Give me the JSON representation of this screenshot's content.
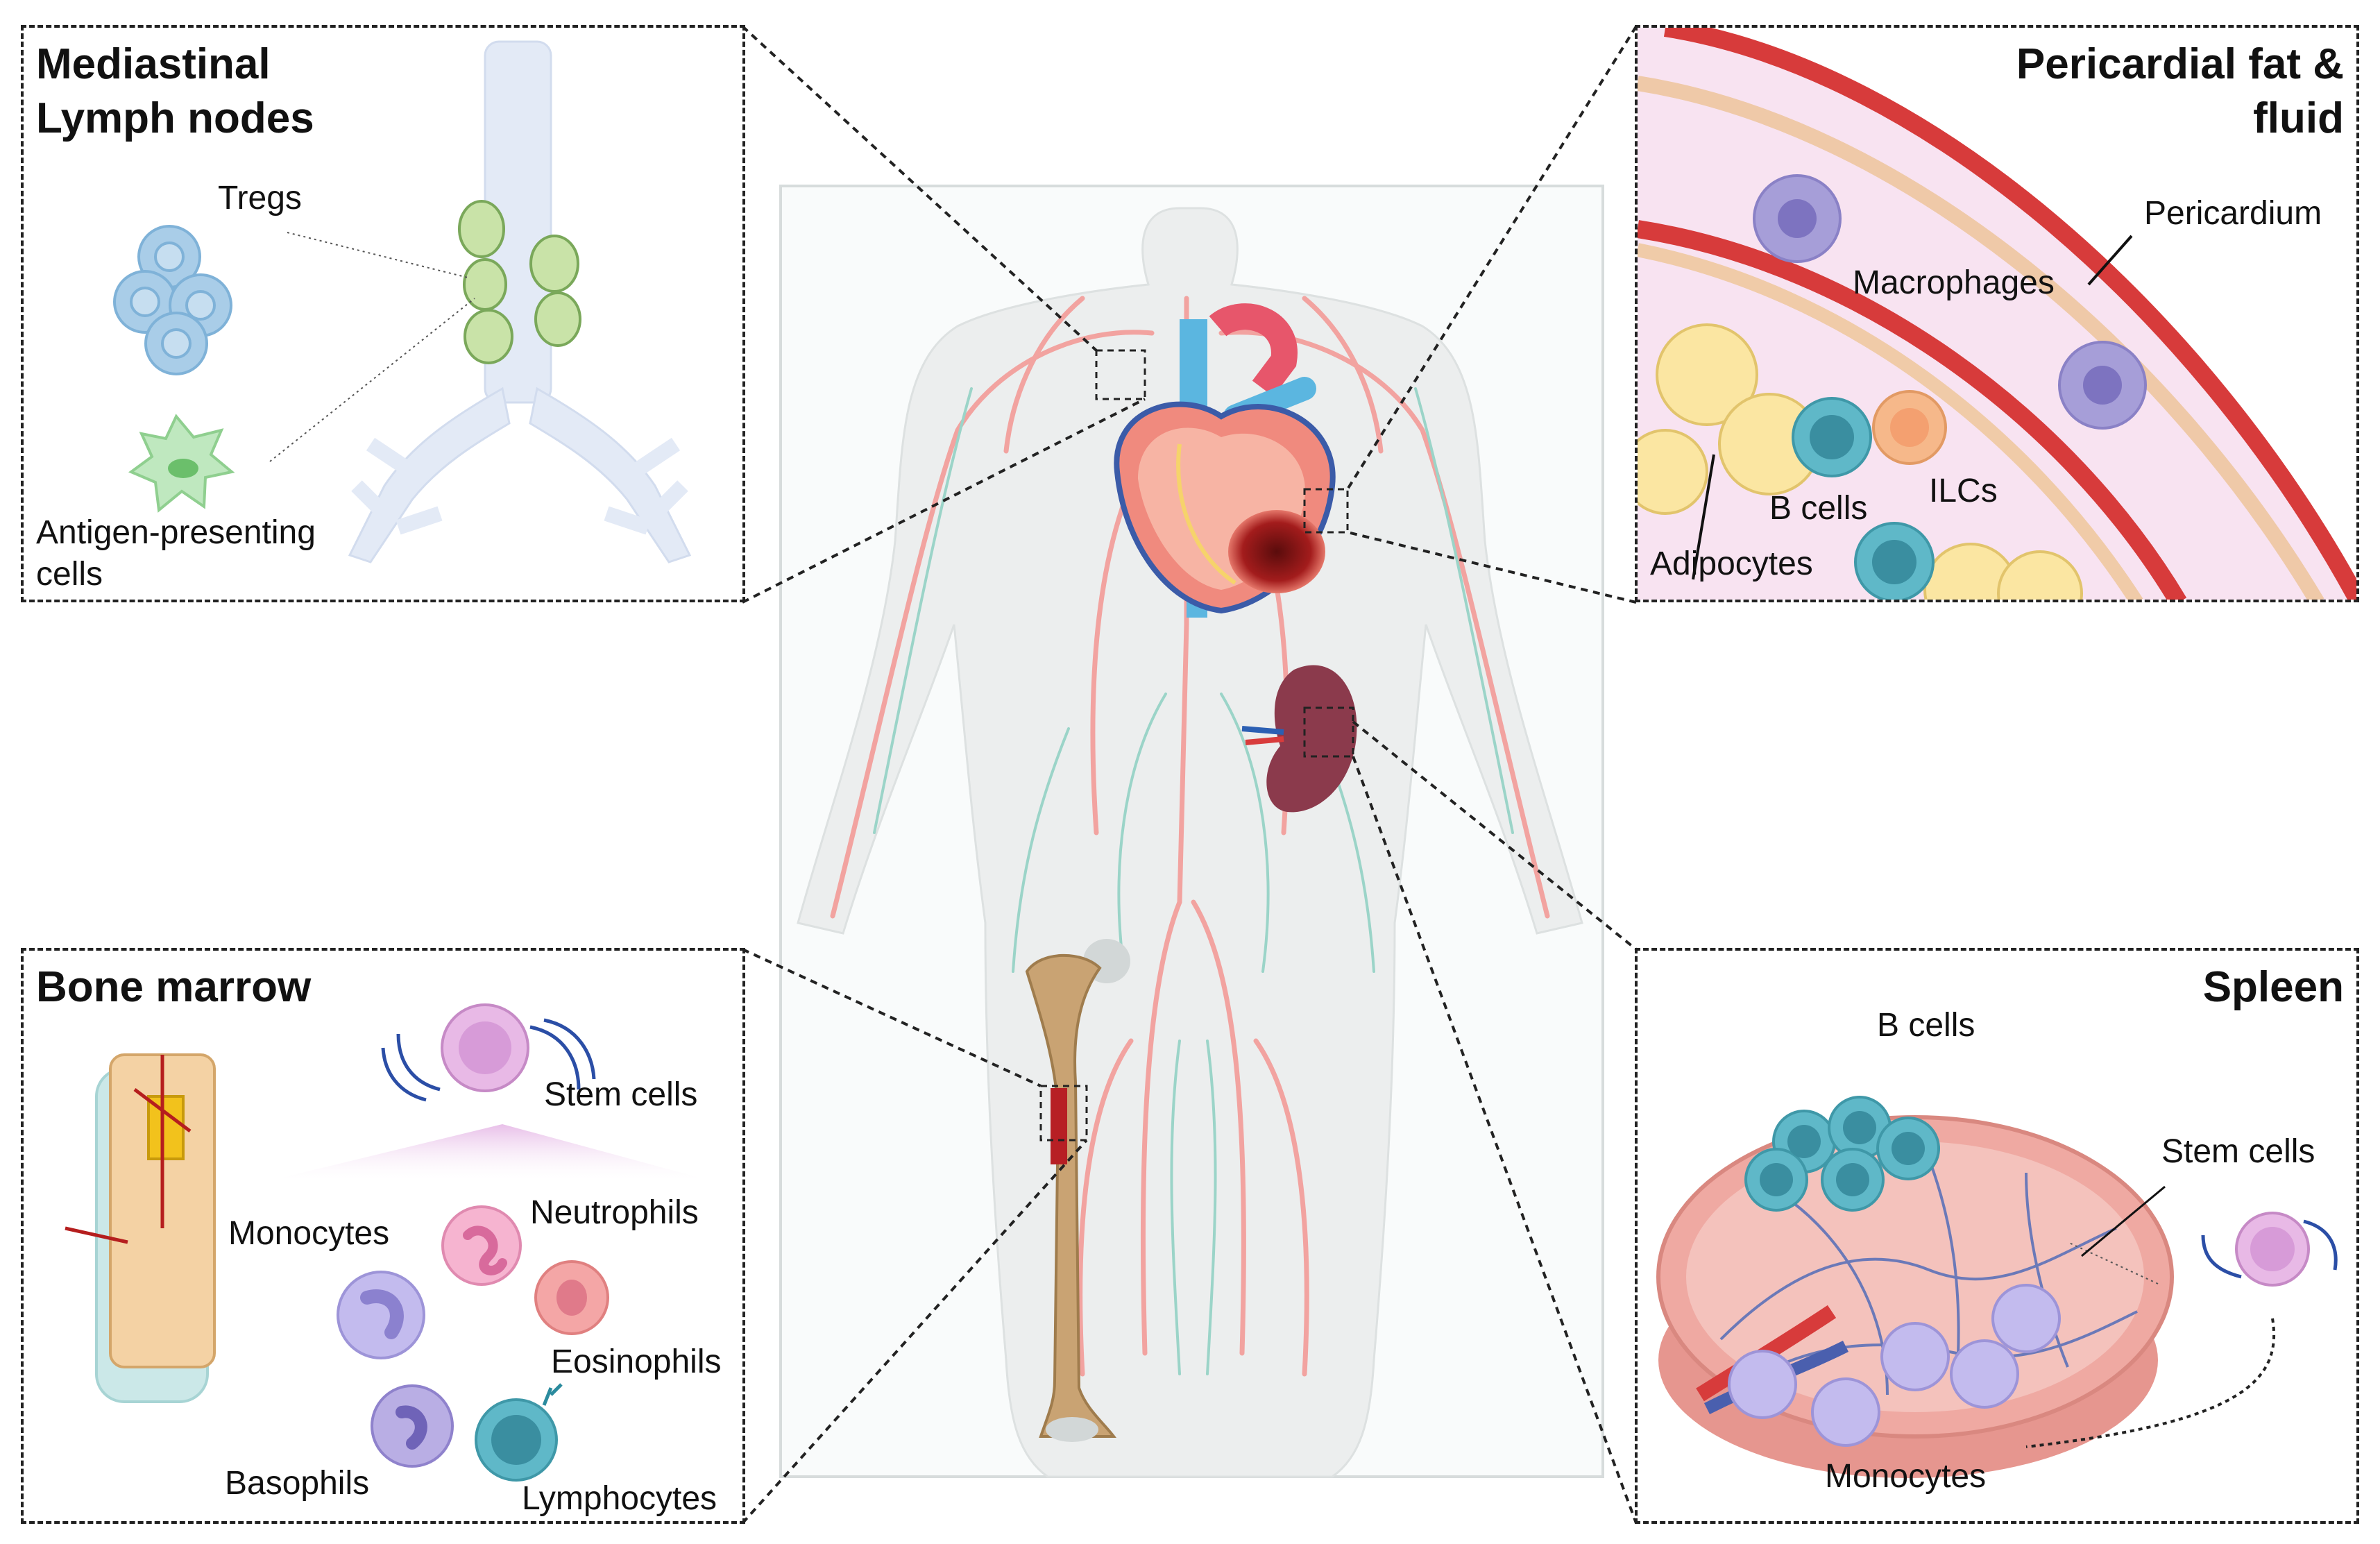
{
  "panels": {
    "mediastinal": {
      "title_line1": "Mediastinal",
      "title_line2": "Lymph nodes",
      "labels": {
        "tregs": "Tregs",
        "apc_line1": "Antigen-presenting",
        "apc_line2": "cells"
      }
    },
    "pericardial": {
      "title_line1": "Pericardial fat &",
      "title_line2": "fluid",
      "labels": {
        "pericardium": "Pericardium",
        "macrophages": "Macrophages",
        "b_cells": "B cells",
        "ilcs": "ILCs",
        "adipocytes": "Adipocytes"
      }
    },
    "bone_marrow": {
      "title": "Bone marrow",
      "labels": {
        "stem_cells": "Stem cells",
        "monocytes": "Monocytes",
        "neutrophils": "Neutrophils",
        "eosinophils": "Eosinophils",
        "basophils": "Basophils",
        "lymphocytes": "Lymphocytes"
      }
    },
    "spleen": {
      "title": "Spleen",
      "labels": {
        "b_cells": "B cells",
        "stem_cells": "Stem cells",
        "monocytes": "Monocytes"
      }
    }
  },
  "colors": {
    "lymph_node": "#c9e3a8",
    "treg": "#a9cde8",
    "apc": "#bfe8bf",
    "macrophage": "#a69ed8",
    "b_cell": "#5fb8c8",
    "ilc": "#f6b88a",
    "adipocyte": "#fbe6a2",
    "pericardium": "#d73b3b",
    "stem_cell": "#d79bd8",
    "neutrophil": "#f2a6c8",
    "monocyte": "#b7aee8",
    "basophil": "#a79ad6",
    "spleen": "#efa9a2",
    "bone": "#c9a373",
    "vessel": "#f2a3a0",
    "lymph_vessel": "#9bd4c8"
  },
  "icons": [
    "lymph-node-icon",
    "treg-cell-icon",
    "apc-cell-icon",
    "macrophage-icon",
    "b-cell-icon",
    "ilc-icon",
    "adipocyte-icon",
    "stem-cell-icon",
    "neutrophil-icon",
    "eosinophil-icon",
    "monocyte-icon",
    "basophil-icon",
    "lymphocyte-icon",
    "heart-icon",
    "spleen-icon",
    "femur-icon",
    "body-silhouette-icon"
  ]
}
